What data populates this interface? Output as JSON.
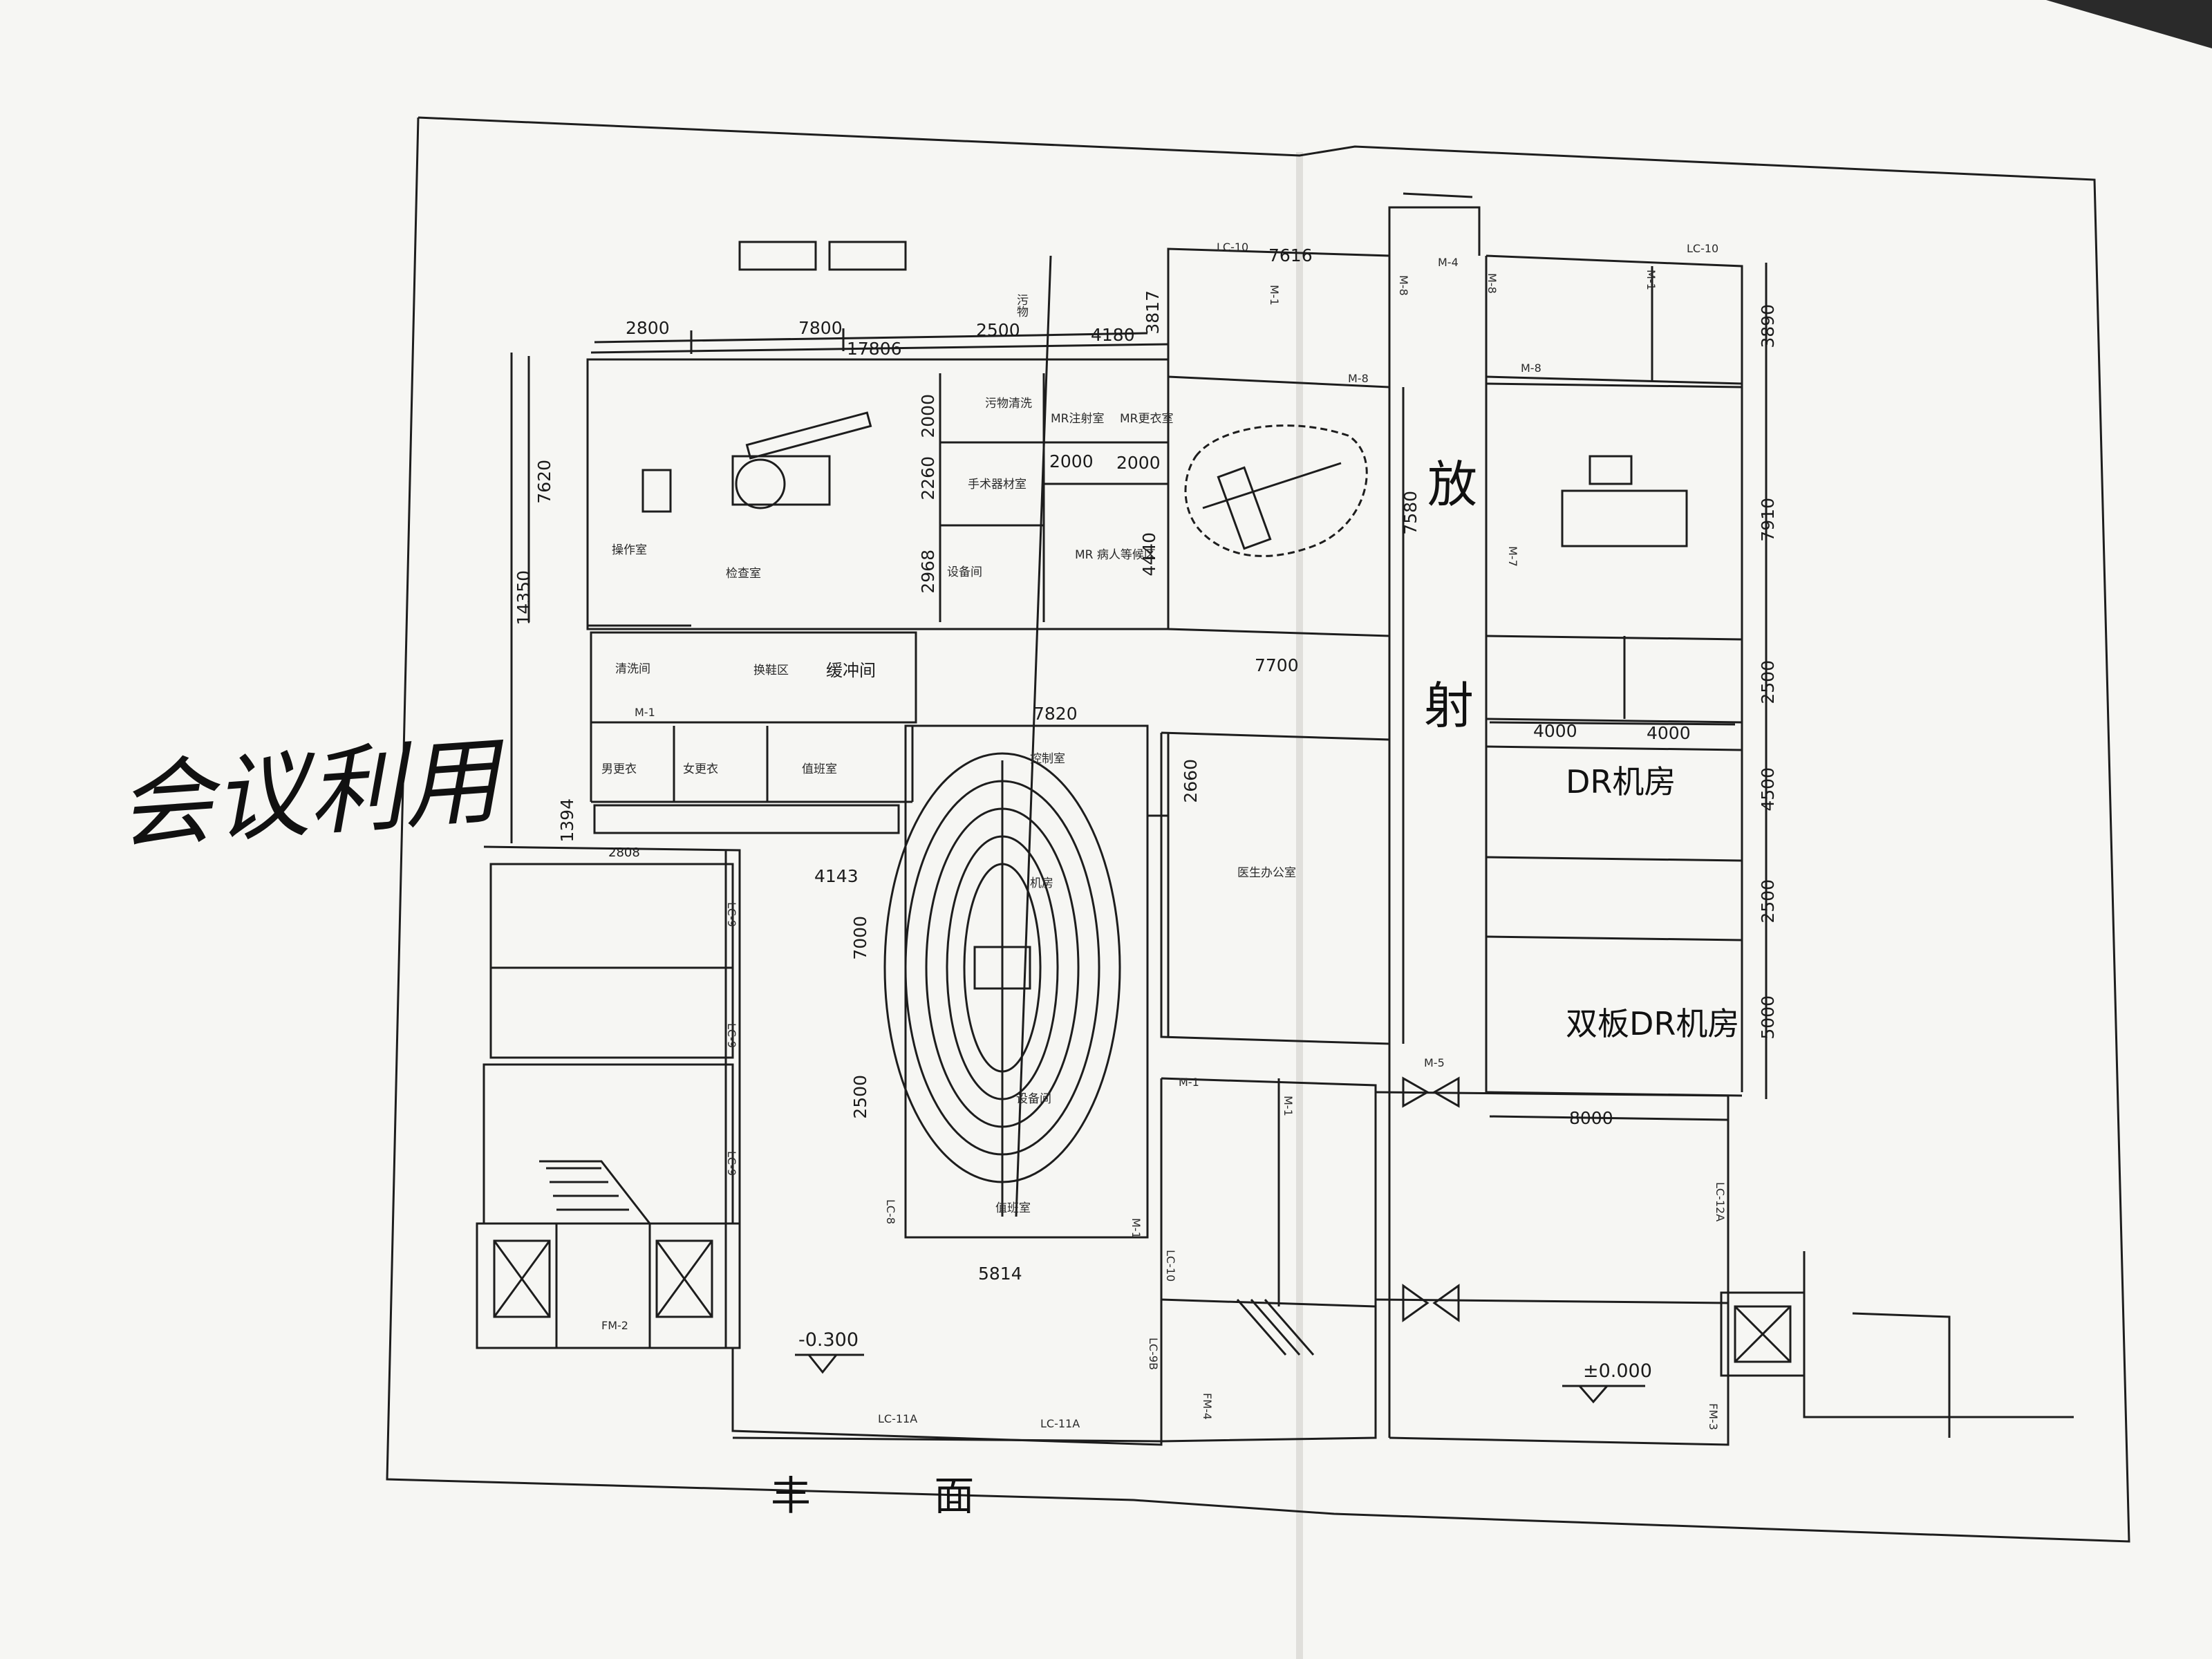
{
  "colors": {
    "paper": "#f6f6f3",
    "background": "#e9e8e4",
    "line": "#1d1d1d"
  },
  "handwriting": "会议利用",
  "title_big": {
    "fang": "放",
    "she": "射"
  },
  "rooms": {
    "caozuoshi": "操作室",
    "jianchashi": "检查室",
    "wuwu_qingxi": "污物清洗",
    "shoushu_qicai": "手术器材室",
    "shebei_jian": "设备间",
    "mr_zhushe": "MR注射室",
    "mr_gengyi": "MR更衣室",
    "mr_bingren": "MR 病人等候区",
    "qingxijian": "清洗间",
    "huanxie": "换鞋区",
    "huanchong": "缓冲间",
    "nan_gengyi": "男更衣",
    "nv_gengyi": "女更衣",
    "zhiban": "值班室",
    "kongzhishi": "控制室",
    "yisheng": "医生办公室",
    "jishi": "机房",
    "shebeijian2": "设备间",
    "zhibanshi2": "值班室",
    "dr": "DR机房",
    "dr2": "双板DR机房"
  },
  "dimensions": {
    "d2800": "2800",
    "d7800": "7800",
    "d17806": "17806",
    "d2500": "2500",
    "d4180": "4180",
    "d3817": "3817",
    "d7616": "7616",
    "d3890": "3890",
    "d7620": "7620",
    "d14350": "14350",
    "d2000a": "2000",
    "d2260": "2260",
    "d2968": "2968",
    "d2000b": "2000",
    "d2000c": "2000",
    "d4440": "4440",
    "d7580": "7580",
    "d7700": "7700",
    "d7910": "7910",
    "d2500b": "2500",
    "d4000a": "4000",
    "d4000b": "4000",
    "d4500": "4500",
    "d2500c": "2500",
    "d5000": "5000",
    "d8000": "8000",
    "d7820": "7820",
    "d2660": "2660",
    "d1394": "1394",
    "d2808": "2808",
    "d4143": "4143",
    "d7000": "7000",
    "d2500d": "2500",
    "d5814": "5814"
  },
  "levels": {
    "minus": "-0.300",
    "zero": "±0.000"
  },
  "doors": {
    "lc10a": "LC-10",
    "lc10b": "LC-10",
    "m1a": "M-1",
    "m8a": "M-8",
    "m4": "M-4",
    "m8b": "M-8",
    "m8c": "M-8",
    "m1b": "M-1",
    "m8d": "M-8",
    "m7": "M-7",
    "m1c": "M-1",
    "m5": "M-5",
    "m1d": "M-1",
    "m1e": "M-1",
    "m1f": "M-1",
    "lc9a": "LC-9",
    "lc9b": "LC-9",
    "lc9c": "LC-9",
    "lc10c": "LC-10",
    "lc9b2": "LC-9B",
    "lc11a": "LC-11A",
    "lc11b": "LC-11A",
    "lc12a": "LC-12A",
    "fm2": "FM-2",
    "fm4": "FM-4",
    "fm3": "FM-3",
    "lc8": "LC-8"
  },
  "wuwu_vertical": "污物",
  "bottom_partial": "丰 面"
}
